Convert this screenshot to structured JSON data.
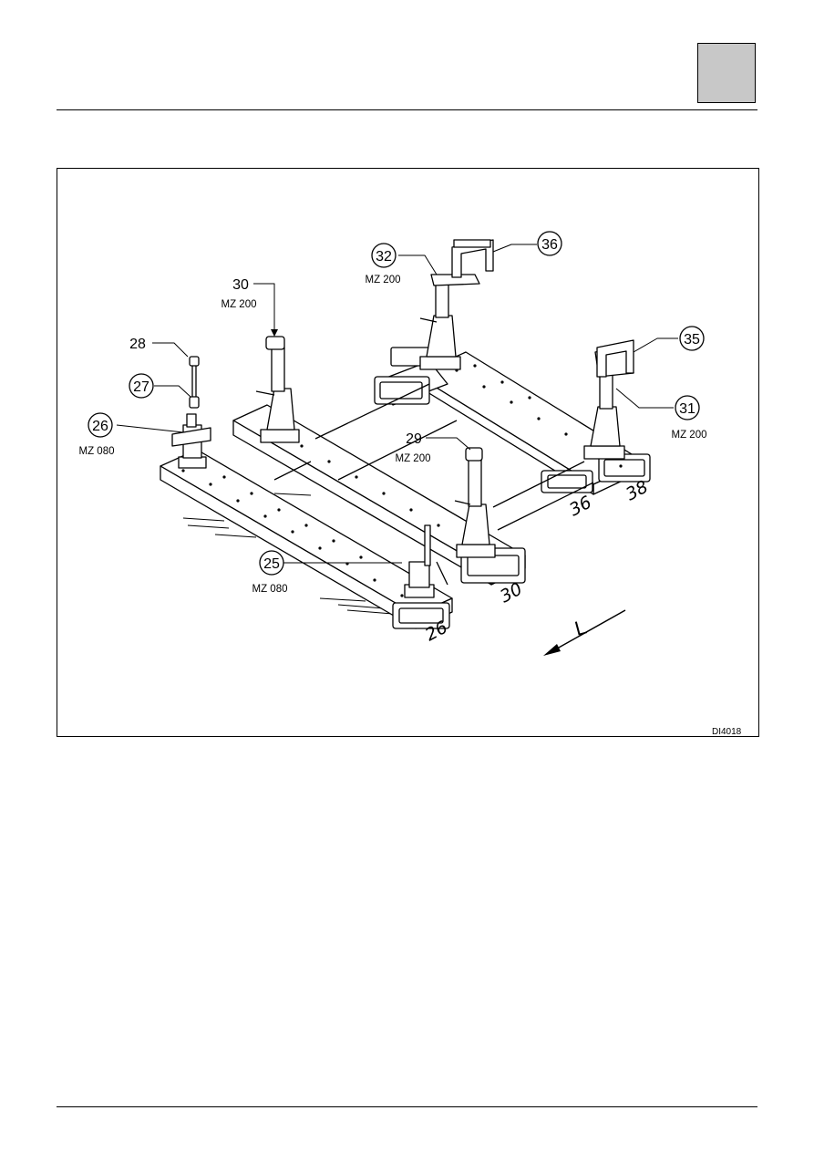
{
  "diagram": {
    "figure_id": "DI4018",
    "callouts": [
      {
        "num": "25",
        "sub": "MZ 080"
      },
      {
        "num": "26",
        "sub": "MZ 080"
      },
      {
        "num": "27",
        "sub": ""
      },
      {
        "num": "28",
        "sub": ""
      },
      {
        "num": "29",
        "sub": "MZ 200"
      },
      {
        "num": "30",
        "sub": "MZ 200"
      },
      {
        "num": "31",
        "sub": "MZ 200"
      },
      {
        "num": "32",
        "sub": "MZ 200"
      },
      {
        "num": "35",
        "sub": ""
      },
      {
        "num": "36",
        "sub": ""
      }
    ],
    "beam_marks": [
      "26",
      "30",
      "36",
      "38"
    ],
    "direction": "L"
  }
}
